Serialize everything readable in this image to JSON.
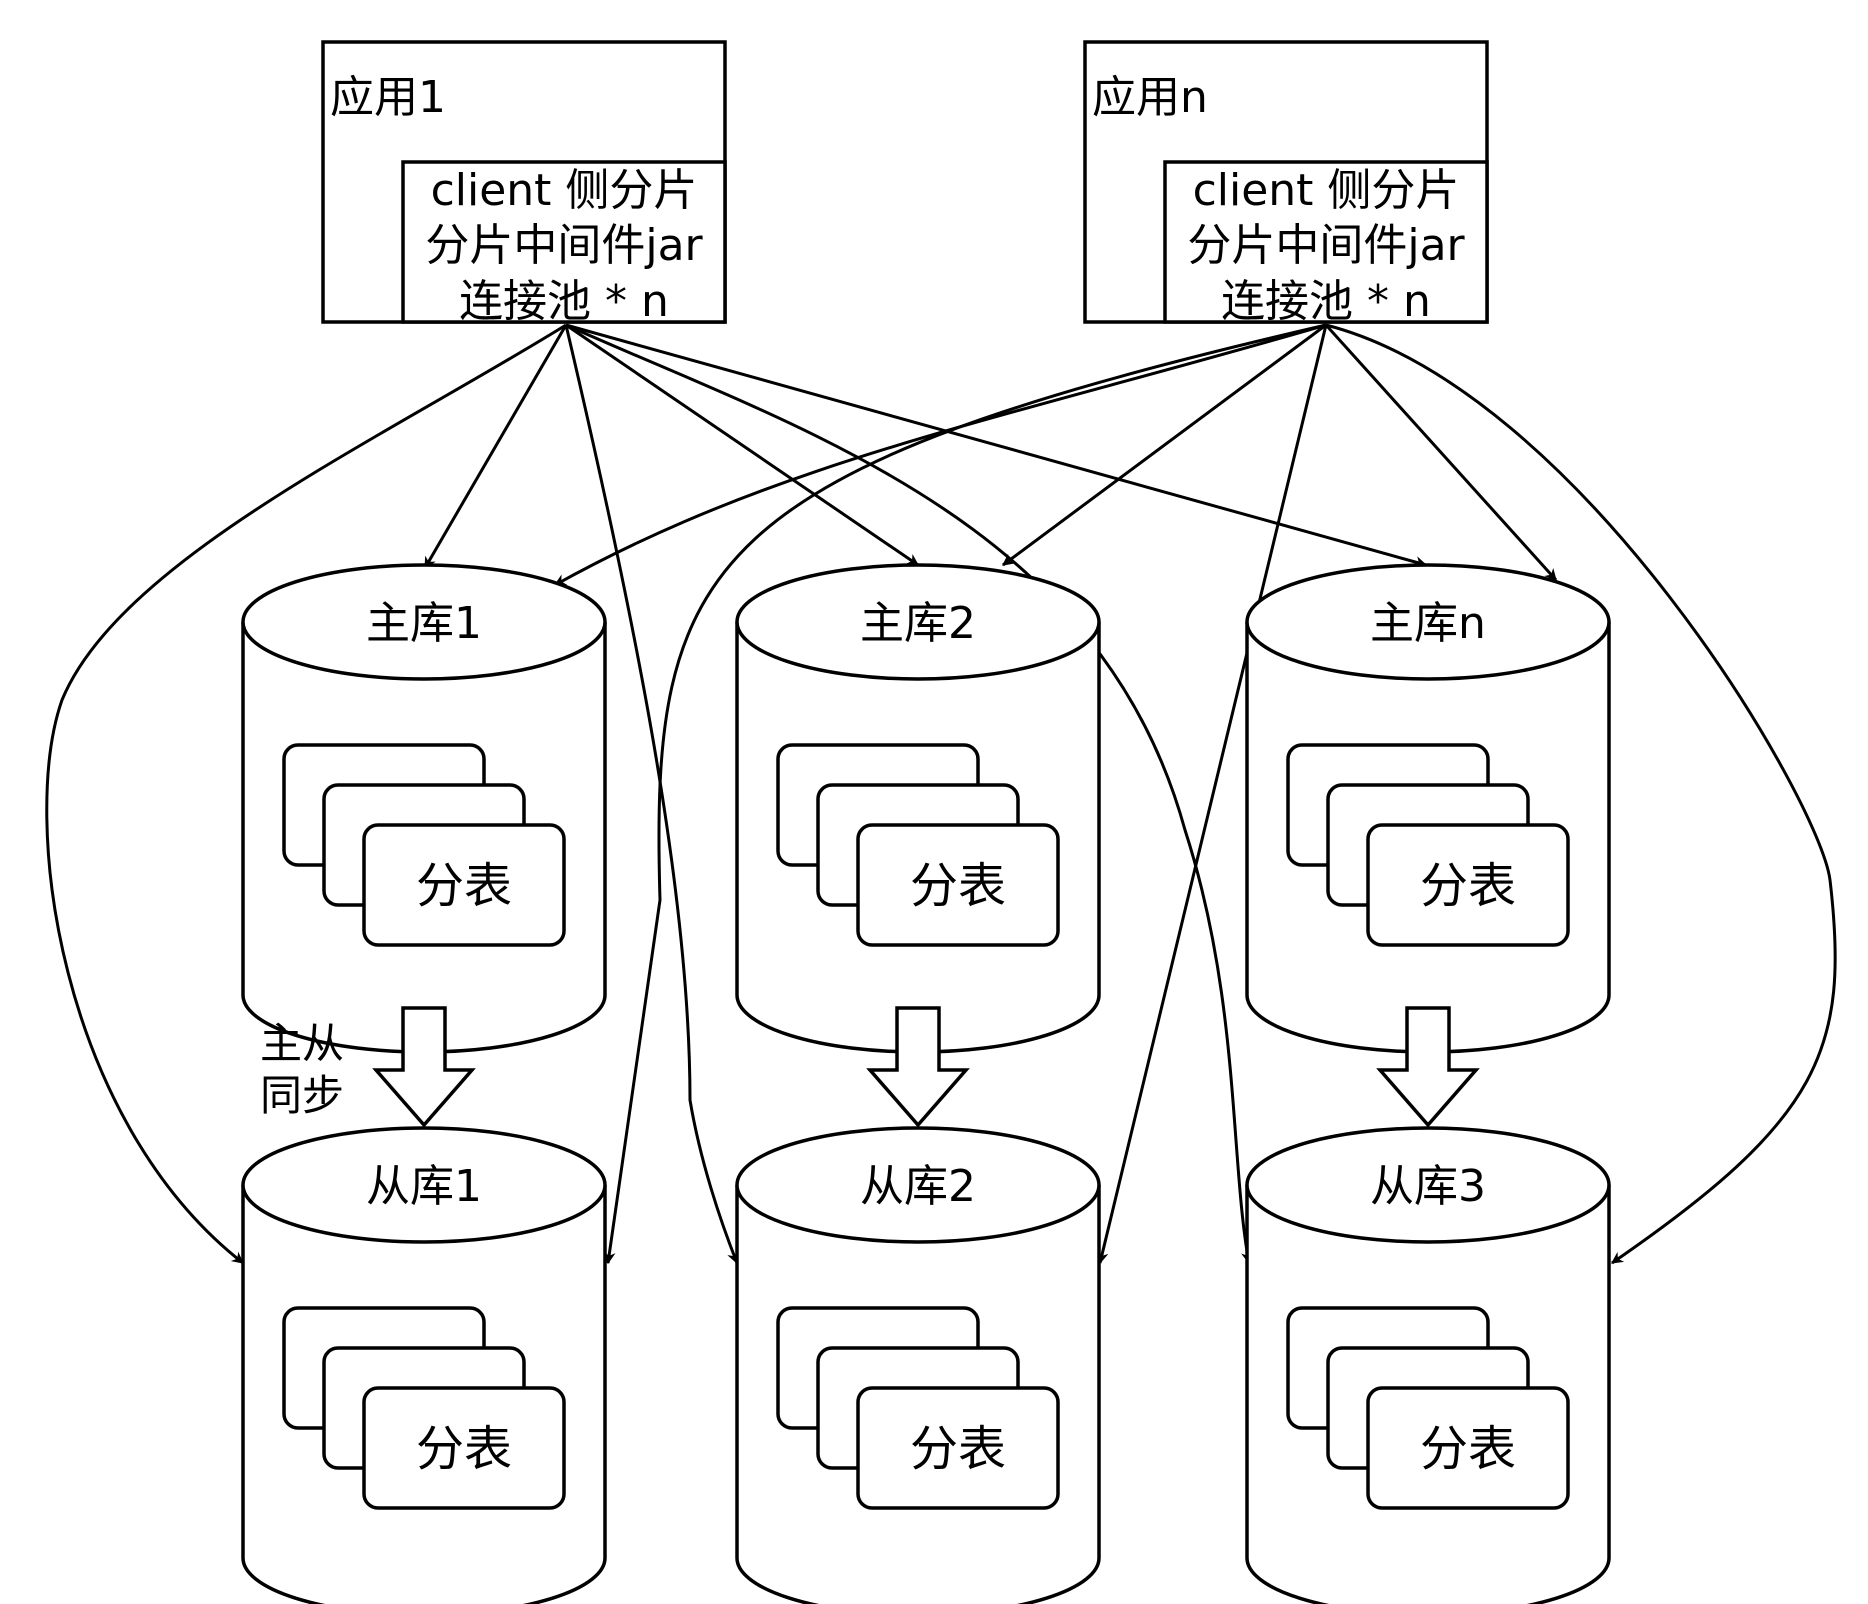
{
  "apps": [
    {
      "id": "app1",
      "title": "应用1",
      "lines": [
        "client 侧分片",
        "分片中间件jar",
        "连接池 * n"
      ]
    },
    {
      "id": "appn",
      "title": "应用n",
      "lines": [
        "client 侧分片",
        "分片中间件jar",
        "连接池 * n"
      ]
    }
  ],
  "masters": [
    {
      "label": "主库1",
      "table_label": "分表"
    },
    {
      "label": "主库2",
      "table_label": "分表"
    },
    {
      "label": "主库n",
      "table_label": "分表"
    }
  ],
  "slaves": [
    {
      "label": "从库1",
      "table_label": "分表"
    },
    {
      "label": "从库2",
      "table_label": "分表"
    },
    {
      "label": "从库3",
      "table_label": "分表"
    }
  ],
  "sync_label": [
    "主从",
    "同步"
  ]
}
